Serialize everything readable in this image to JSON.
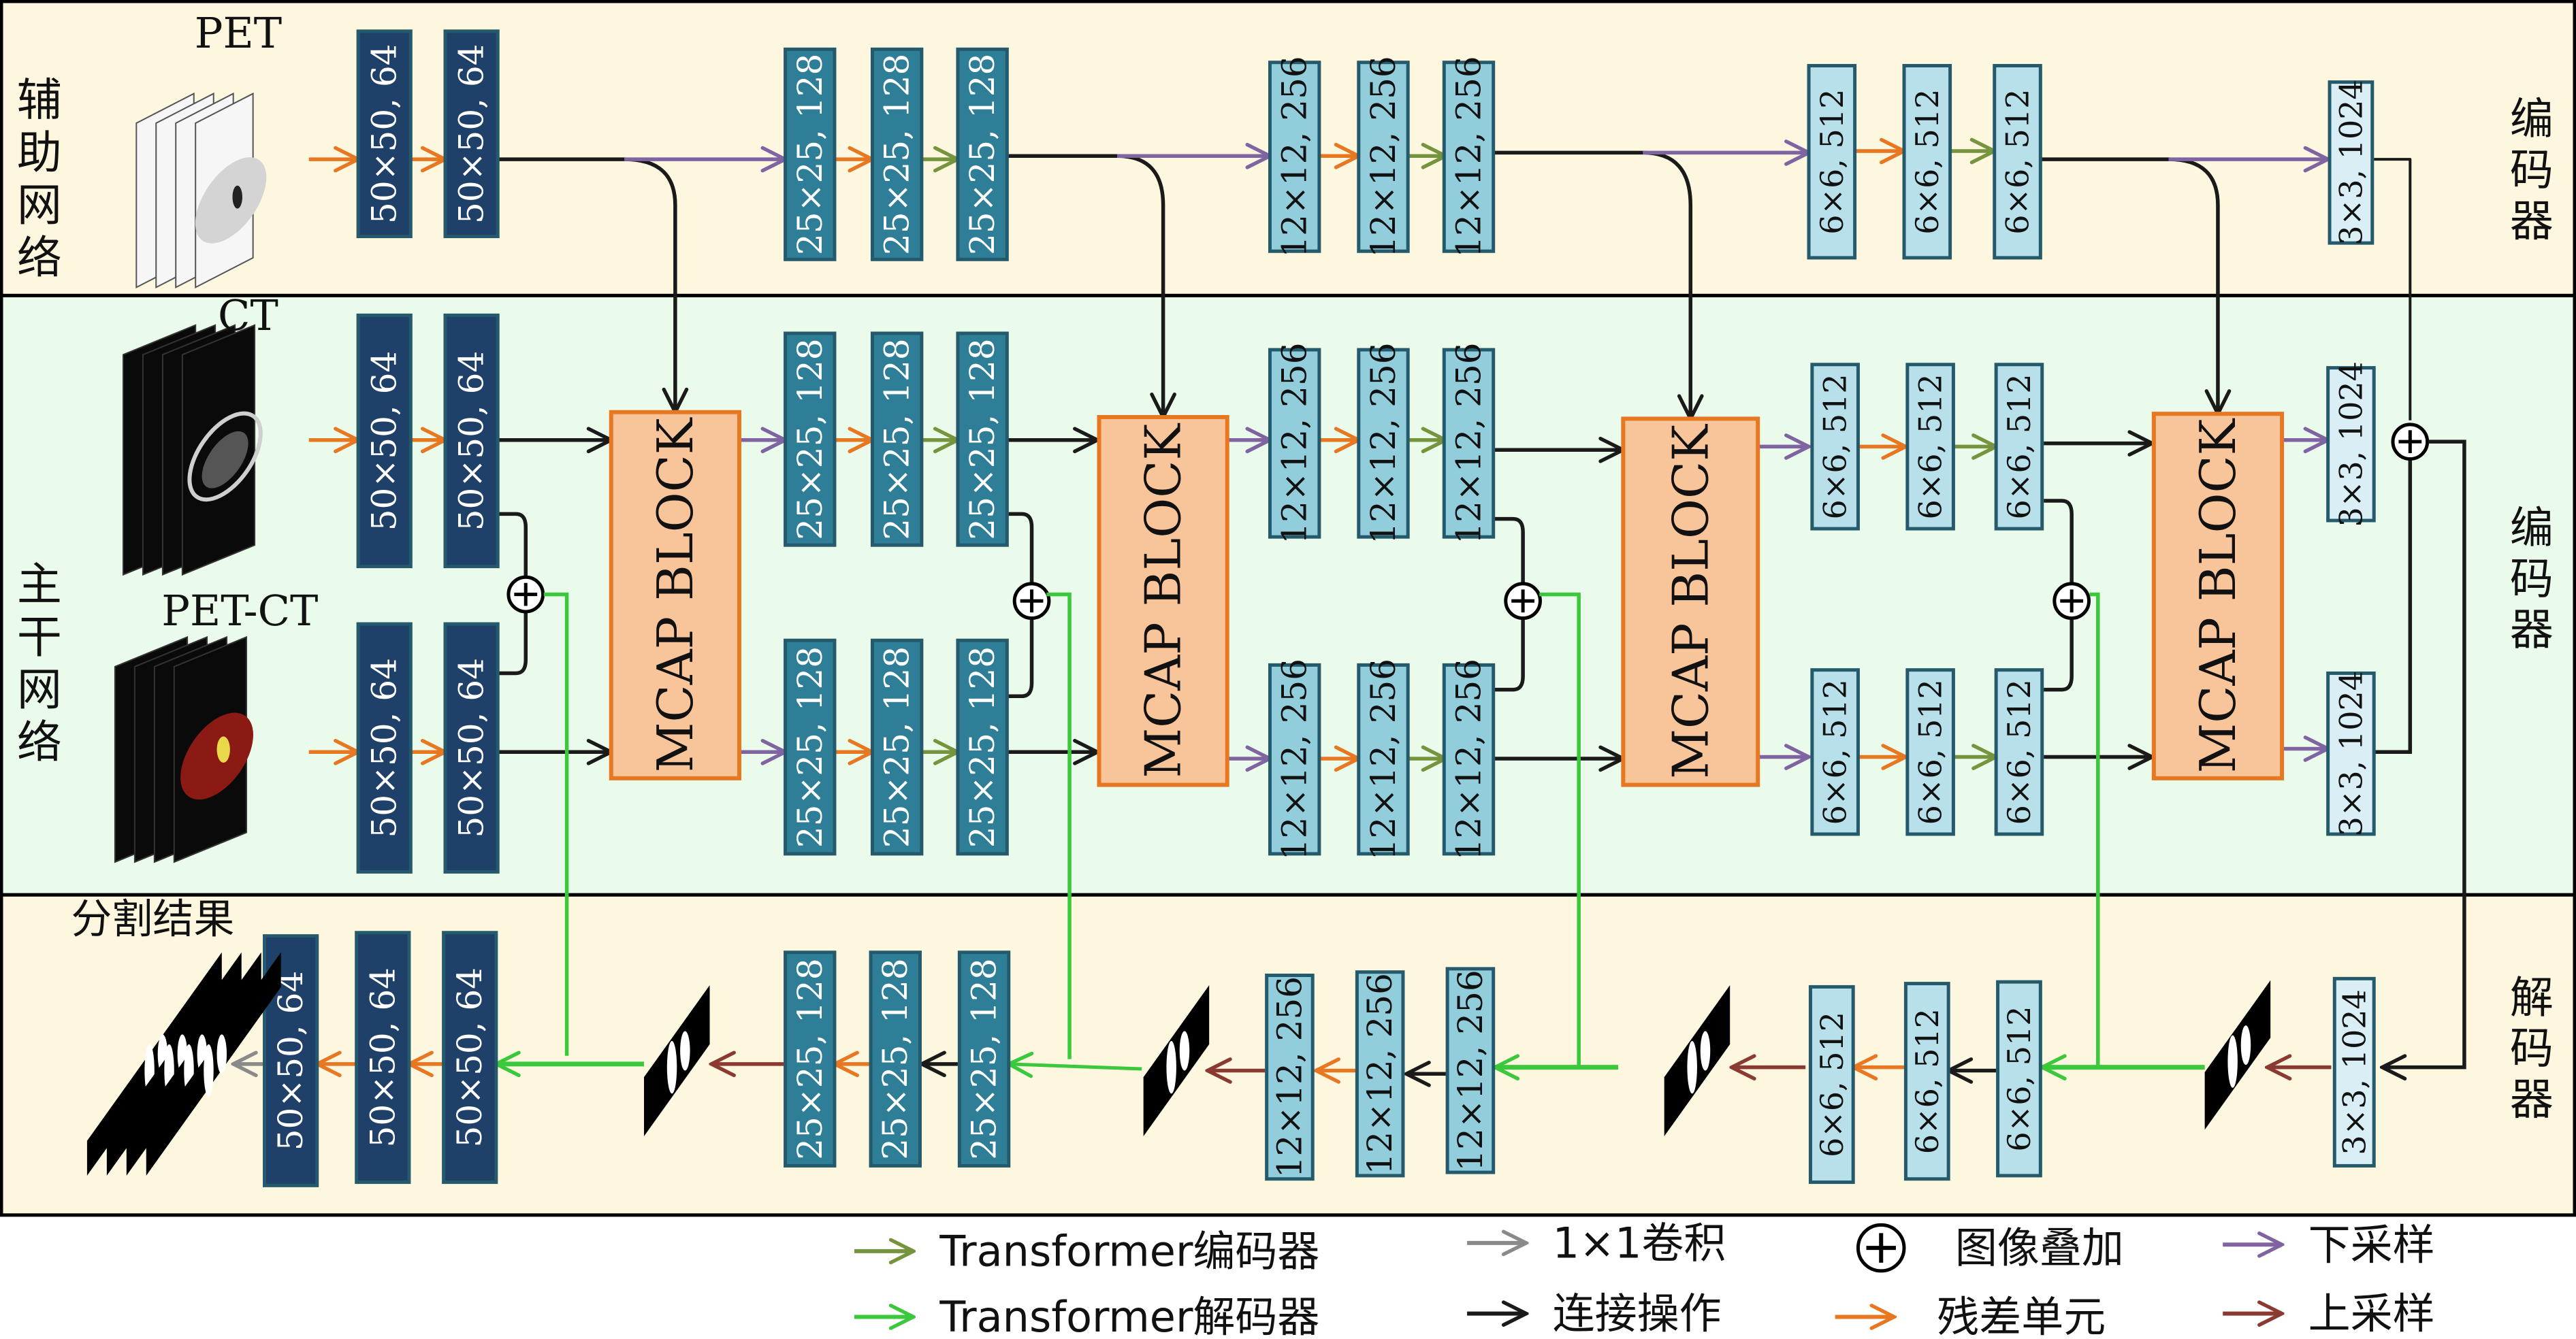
{
  "colors": {
    "aux_band_bg": "#fdf7e0",
    "main_band_bg": "#eafbeb",
    "decoder_band_bg": "#fdf7e0",
    "block_50": "#1f4068",
    "block_25": "#2e7e97",
    "block_12": "#92cddb",
    "block_6": "#b8e0ea",
    "block_3": "#d9eff5",
    "block_border": "#245a6b",
    "mcap_fill": "#f8c49a",
    "mcap_border": "#e87722",
    "arrow_transformer_encoder": "#76943e",
    "arrow_transformer_decoder": "#3cc83c",
    "arrow_conv1x1": "#8a8a8a",
    "arrow_concat": "#1a1a1a",
    "arrow_residual": "#e87722",
    "arrow_downsample": "#8064a2",
    "arrow_upsample": "#8b3a32"
  },
  "bands": {
    "aux": {
      "label": [
        "辅",
        "助",
        "网",
        "络"
      ],
      "right_label": [
        "编",
        "码",
        "器"
      ]
    },
    "main": {
      "label": [
        "主",
        "干",
        "网",
        "络"
      ],
      "right_label": [
        "编",
        "码",
        "器"
      ]
    },
    "decoder": {
      "right_label": [
        "解",
        "码",
        "器"
      ],
      "result_label": "分割结果"
    }
  },
  "inputs": {
    "pet": "PET",
    "ct": "CT",
    "petct": "PET-CT"
  },
  "mcap_label": "MCAP BLOCK",
  "aux_encoder": {
    "stage1": [
      "50×50, 64",
      "50×50, 64"
    ],
    "stage2": [
      "25×25, 128",
      "25×25, 128",
      "25×25, 128"
    ],
    "stage3": [
      "12×12, 256",
      "12×12, 256",
      "12×12, 256"
    ],
    "stage4": [
      "6×6, 512",
      "6×6, 512",
      "6×6, 512"
    ],
    "stage5": [
      "3×3, 1024"
    ]
  },
  "main_encoder_ct": {
    "stage1": [
      "50×50, 64",
      "50×50, 64"
    ],
    "stage2": [
      "25×25, 128",
      "25×25, 128",
      "25×25, 128"
    ],
    "stage3": [
      "12×12, 256",
      "12×12, 256",
      "12×12, 256"
    ],
    "stage4": [
      "6×6, 512",
      "6×6, 512",
      "6×6, 512"
    ],
    "stage5": [
      "3×3, 1024"
    ]
  },
  "main_encoder_petct": {
    "stage1": [
      "50×50, 64",
      "50×50, 64"
    ],
    "stage2": [
      "25×25, 128",
      "25×25, 128",
      "25×25, 128"
    ],
    "stage3": [
      "12×12, 256",
      "12×12, 256",
      "12×12, 256"
    ],
    "stage4": [
      "6×6, 512",
      "6×6, 512",
      "6×6, 512"
    ],
    "stage5": [
      "3×3, 1024"
    ]
  },
  "decoder": {
    "stage5": [
      "3×3, 1024"
    ],
    "stage4": [
      "6×6, 512",
      "6×6, 512",
      "6×6, 512"
    ],
    "stage3": [
      "12×12, 256",
      "12×12, 256",
      "12×12, 256"
    ],
    "stage2": [
      "25×25, 128",
      "25×25, 128",
      "25×25, 128"
    ],
    "stage1": [
      "50×50, 64",
      "50×50, 64",
      "50×50, 64"
    ]
  },
  "legend": [
    {
      "label": "Transformer编码器",
      "kind": "arrow",
      "color_key": "arrow_transformer_encoder"
    },
    {
      "label": "1×1卷积",
      "kind": "arrow",
      "color_key": "arrow_conv1x1"
    },
    {
      "label": "图像叠加",
      "kind": "oplus",
      "color_key": "arrow_concat"
    },
    {
      "label": "下采样",
      "kind": "arrow",
      "color_key": "arrow_downsample"
    },
    {
      "label": "Transformer解码器",
      "kind": "arrow",
      "color_key": "arrow_transformer_decoder"
    },
    {
      "label": "连接操作",
      "kind": "arrow",
      "color_key": "arrow_concat"
    },
    {
      "label": "残差单元",
      "kind": "arrow",
      "color_key": "arrow_residual"
    },
    {
      "label": "上采样",
      "kind": "arrow",
      "color_key": "arrow_upsample"
    }
  ]
}
